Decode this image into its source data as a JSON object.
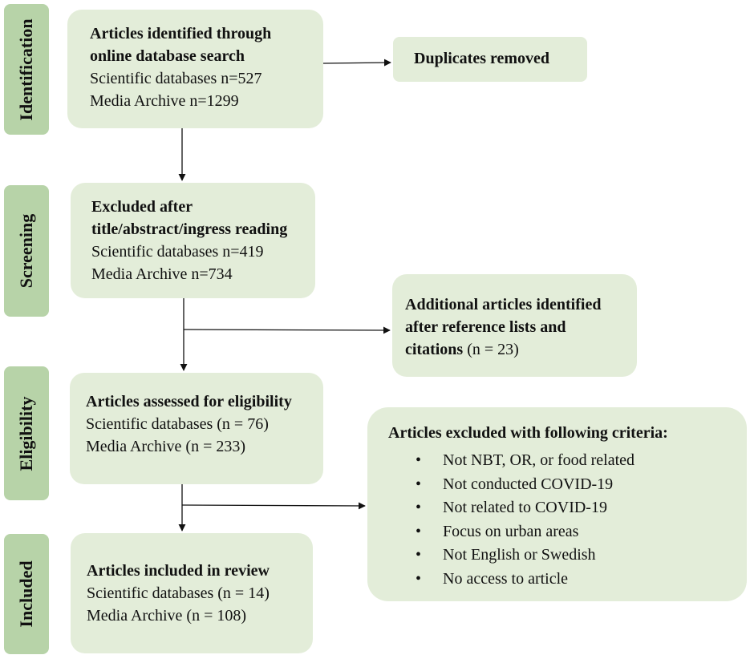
{
  "stages": {
    "identification": "Identification",
    "screening": "Screening",
    "eligibility": "Eligibility",
    "included": "Included"
  },
  "identified": {
    "title_1": "Articles identified through",
    "title_2": "online database search",
    "scientific": "Scientific databases n=527",
    "media": "Media Archive n=1299"
  },
  "duplicates": {
    "title": "Duplicates removed"
  },
  "screening_box": {
    "title_1": "Excluded after",
    "title_2": "title/abstract/ingress reading",
    "scientific": "Scientific databases n=419",
    "media": "Media Archive n=734"
  },
  "additional": {
    "title_1": "Additional articles identified",
    "title_2": "after reference lists and",
    "title_3": "citations",
    "count": " (n = 23)"
  },
  "eligibility_box": {
    "title": "Articles assessed for eligibility",
    "scientific": "Scientific databases (n = 76)",
    "media": "Media Archive (n = 233)"
  },
  "excluded": {
    "title": "Articles excluded with following criteria:",
    "bullet": "•",
    "criteria": [
      "Not NBT, OR, or food related",
      "Not conducted COVID-19",
      "Not related to COVID-19",
      "Focus on urban areas",
      "Not English or Swedish",
      "No access to article"
    ]
  },
  "included_box": {
    "title": "Articles included in review",
    "scientific": "Scientific databases (n = 14)",
    "media": "Media Archive (n = 108)"
  },
  "colors": {
    "box_fill": "#e3edd9",
    "stage_fill": "#b7d3a8",
    "arrow": "#111111"
  }
}
